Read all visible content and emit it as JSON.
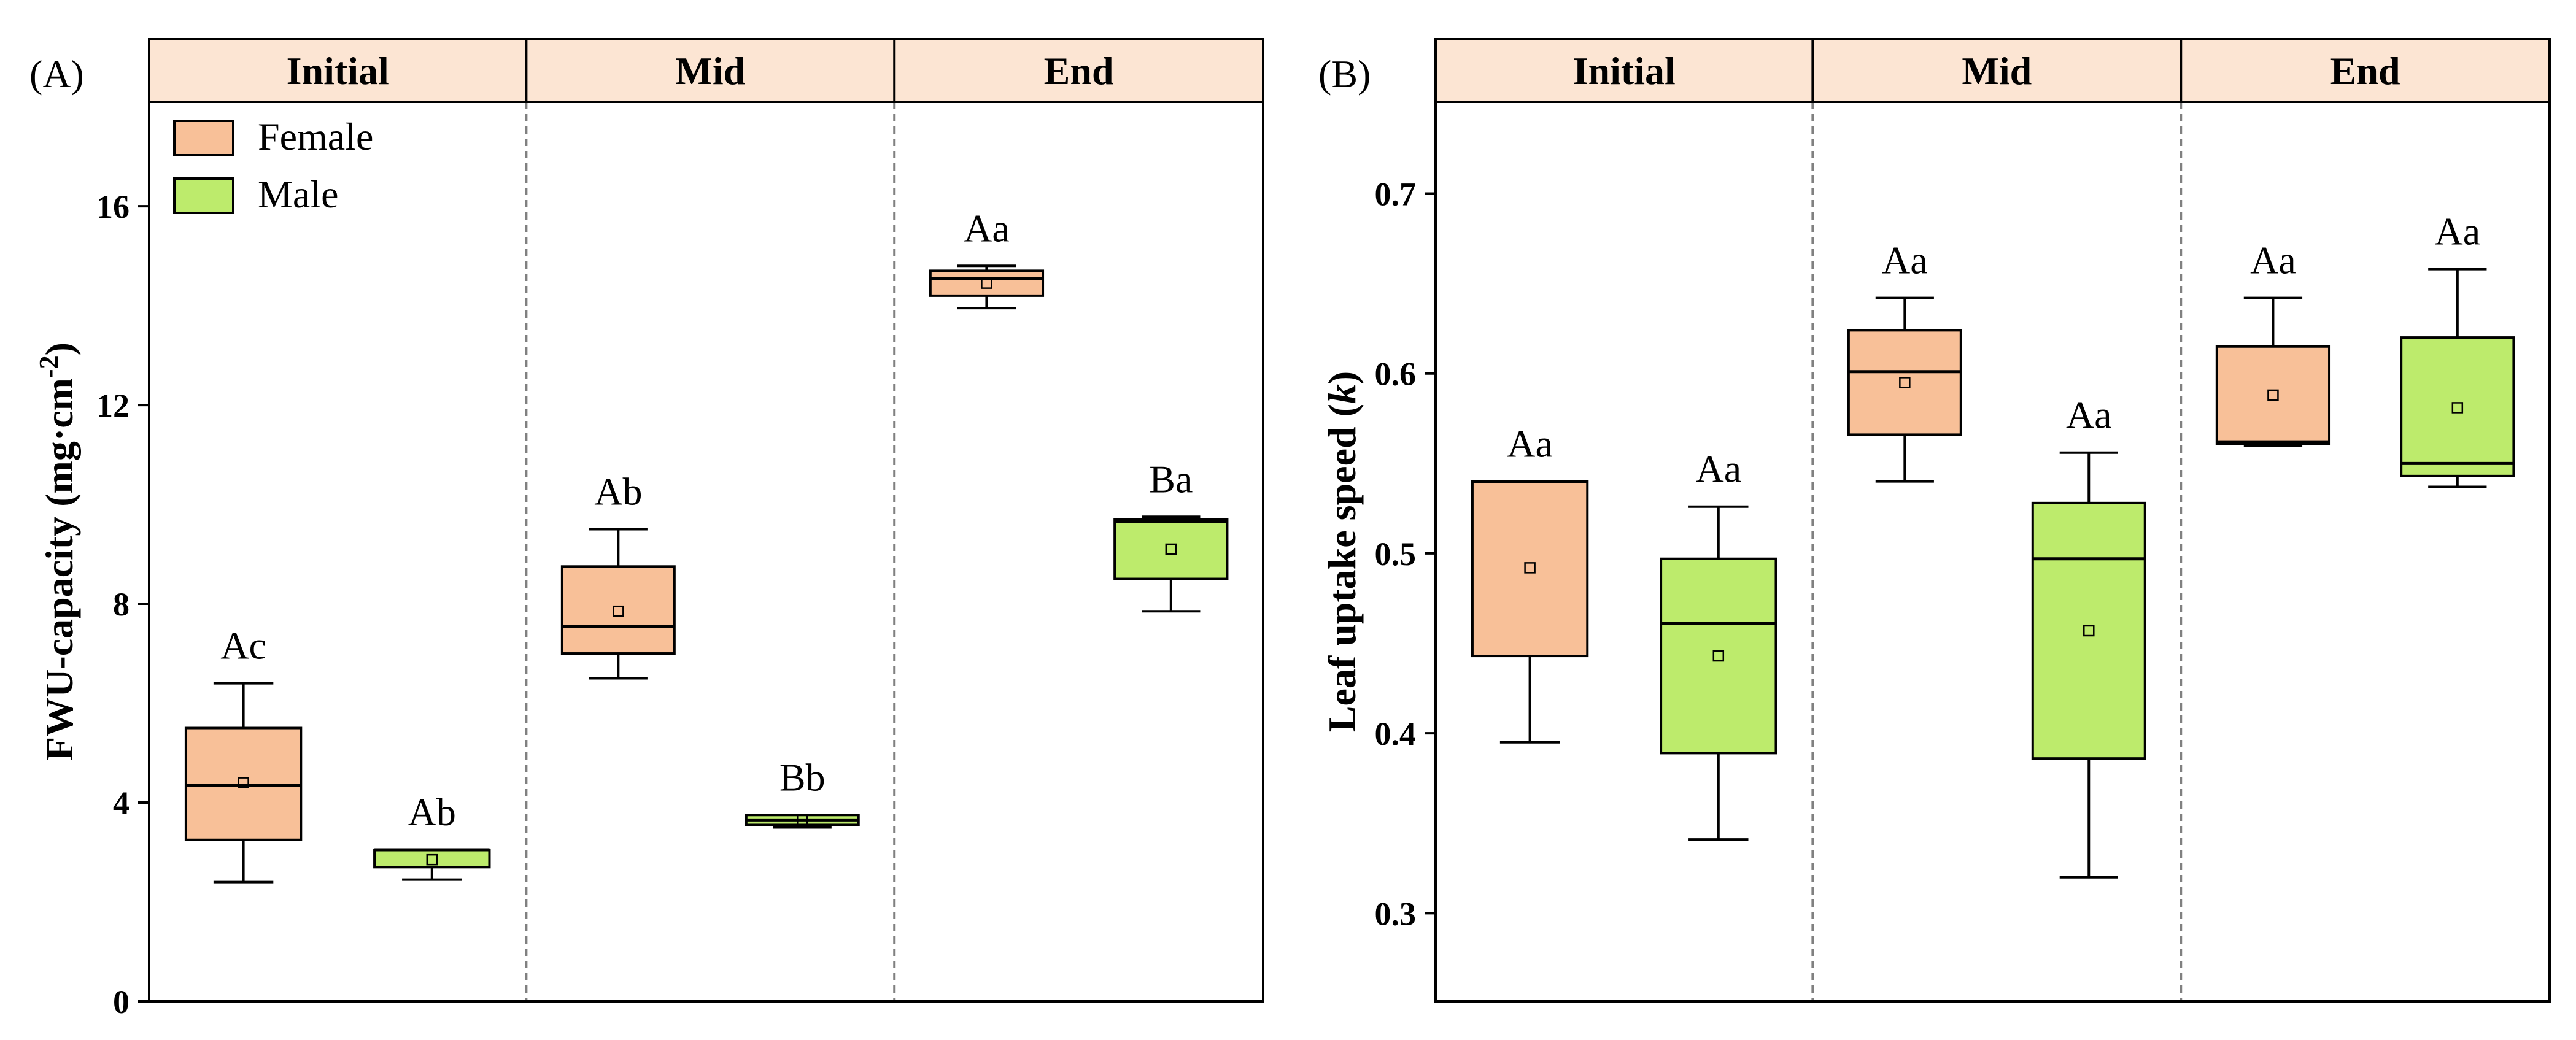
{
  "colors": {
    "female": "#F8C098",
    "male": "#BDEB6C",
    "strip": "#FCE5D3",
    "frame": "#000000",
    "divider": "#808080"
  },
  "legend": [
    {
      "key": "female",
      "label": "Female"
    },
    {
      "key": "male",
      "label": "Male"
    }
  ],
  "chart_data": [
    {
      "type": "box",
      "panel_label": "(A)",
      "ylabel_main": "FWU-capacity (mg·cm",
      "ylabel_sup": "-2",
      "ylabel_close": ")",
      "ylim": [
        0,
        18.1
      ],
      "yticks": [
        0,
        4,
        8,
        12,
        16
      ],
      "facets": [
        "Initial",
        "Mid",
        "End"
      ],
      "legend_position": "top-left",
      "series": [
        {
          "name": "Female",
          "key": "female",
          "boxes": [
            {
              "facet": "Initial",
              "whisker_low": 2.4,
              "q1": 3.25,
              "median": 4.35,
              "q3": 5.5,
              "whisker_high": 6.4,
              "mean": 4.4,
              "label": "Ac"
            },
            {
              "facet": "Mid",
              "whisker_low": 6.5,
              "q1": 7.0,
              "median": 7.55,
              "q3": 8.75,
              "whisker_high": 9.5,
              "mean": 7.85,
              "label": "Ab"
            },
            {
              "facet": "End",
              "whisker_low": 13.95,
              "q1": 14.2,
              "median": 14.55,
              "q3": 14.7,
              "whisker_high": 14.8,
              "mean": 14.45,
              "label": "Aa"
            }
          ]
        },
        {
          "name": "Male",
          "key": "male",
          "boxes": [
            {
              "facet": "Initial",
              "whisker_low": 2.45,
              "q1": 2.7,
              "median": 3.05,
              "q3": 3.05,
              "whisker_high": 3.05,
              "mean": 2.85,
              "label": "Ab"
            },
            {
              "facet": "Mid",
              "whisker_low": 3.5,
              "q1": 3.55,
              "median": 3.65,
              "q3": 3.75,
              "whisker_high": 3.75,
              "mean": 3.65,
              "label": "Bb"
            },
            {
              "facet": "End",
              "whisker_low": 7.85,
              "q1": 8.5,
              "median": 9.65,
              "q3": 9.7,
              "whisker_high": 9.75,
              "mean": 9.1,
              "label": "Ba"
            }
          ]
        }
      ]
    },
    {
      "type": "box",
      "panel_label": "(B)",
      "ylabel_main": "Leaf uptake speed (",
      "ylabel_italic": "k",
      "ylabel_close": ")",
      "ylim": [
        0.251,
        0.751
      ],
      "yticks": [
        0.3,
        0.4,
        0.5,
        0.6,
        0.7
      ],
      "facets": [
        "Initial",
        "Mid",
        "End"
      ],
      "series": [
        {
          "name": "Female",
          "key": "female",
          "boxes": [
            {
              "facet": "Initial",
              "whisker_low": 0.395,
              "q1": 0.443,
              "median": 0.54,
              "q3": 0.54,
              "whisker_high": 0.54,
              "mean": 0.492,
              "label": "Aa"
            },
            {
              "facet": "Mid",
              "whisker_low": 0.54,
              "q1": 0.566,
              "median": 0.601,
              "q3": 0.624,
              "whisker_high": 0.642,
              "mean": 0.595,
              "label": "Aa"
            },
            {
              "facet": "End",
              "whisker_low": 0.56,
              "q1": 0.561,
              "median": 0.562,
              "q3": 0.615,
              "whisker_high": 0.642,
              "mean": 0.588,
              "label": "Aa"
            }
          ]
        },
        {
          "name": "Male",
          "key": "male",
          "boxes": [
            {
              "facet": "Initial",
              "whisker_low": 0.341,
              "q1": 0.389,
              "median": 0.461,
              "q3": 0.497,
              "whisker_high": 0.526,
              "mean": 0.443,
              "label": "Aa"
            },
            {
              "facet": "Mid",
              "whisker_low": 0.32,
              "q1": 0.386,
              "median": 0.497,
              "q3": 0.528,
              "whisker_high": 0.556,
              "mean": 0.457,
              "label": "Aa"
            },
            {
              "facet": "End",
              "whisker_low": 0.537,
              "q1": 0.543,
              "median": 0.55,
              "q3": 0.62,
              "whisker_high": 0.658,
              "mean": 0.581,
              "label": "Aa"
            }
          ]
        }
      ]
    }
  ]
}
